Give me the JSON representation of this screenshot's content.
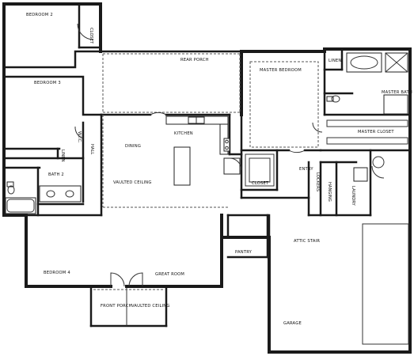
{
  "rooms": {
    "bedroom_2": "BEDROOM 2",
    "closet_bed2": "CLOSET",
    "rear_porch": "REAR PORCH",
    "master_bedroom": "MASTER BEDROOM",
    "linen_master": "LINEN",
    "master_bath": "MASTER BATH",
    "bedroom_3": "BEDROOM 3",
    "master_closet": "MASTER CLOSET",
    "kitchen": "KITCHEN",
    "dining": "DINING",
    "wic": "W.I.C.",
    "hall": "HALL",
    "linen_hall": "LINEN",
    "bath_2": "BATH 2",
    "vaulted_ceiling_great": "VAULTED CEILING",
    "closet_master": "CLOSET",
    "entry": "ENTRY",
    "lockers": "LOCKERS",
    "hanging": "HANGING",
    "laundry": "LAUNDRY",
    "pantry": "PANTRY",
    "attic_stair": "ATTIC STAIR",
    "bedroom_4": "BEDROOM 4",
    "great_room": "GREAT ROOM",
    "front_porch": "FRONT PORCH",
    "vaulted_ceiling_porch": "VAULTED CEILING",
    "garage": "GARAGE"
  }
}
